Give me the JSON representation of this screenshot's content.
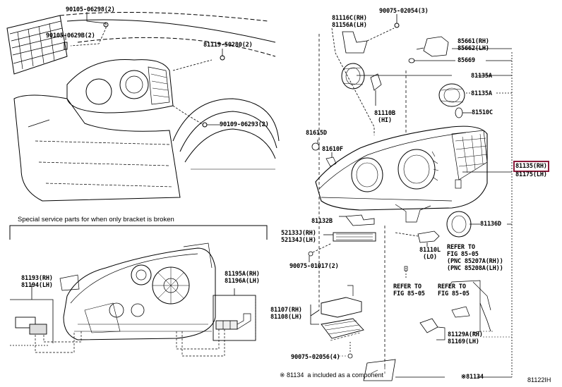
{
  "diagram": {
    "title": "Headlamp assembly parts diagram",
    "figure_code": "81122IH",
    "highlight_color": "#8b1a3a",
    "footnote": "※ 81134  a included as a component",
    "section_title": "Special service parts for when only bracket is broken",
    "vehicle_callouts": [
      {
        "id": "p1",
        "text": "90105-06298(2)"
      },
      {
        "id": "p2",
        "text": "90105-0629B(2)"
      },
      {
        "id": "p3",
        "text": "81119-50280(2)"
      },
      {
        "id": "p4",
        "text": "90109-06293(2)"
      }
    ],
    "bracket_callouts": [
      {
        "id": "b1",
        "text": "81193(RH)\n81194(LH)"
      },
      {
        "id": "b2",
        "text": "81195A(RH)\n81196A(LH)"
      }
    ],
    "exploded_callouts": [
      {
        "id": "e1",
        "text": "81116C(RH)\n81156A(LH)"
      },
      {
        "id": "e2",
        "text": "90075-02054(3)"
      },
      {
        "id": "e3",
        "text": "85661(RH)\n85662(LH)"
      },
      {
        "id": "e4",
        "text": "85669"
      },
      {
        "id": "e5",
        "text": "81135A"
      },
      {
        "id": "e6",
        "text": "81135A"
      },
      {
        "id": "e7",
        "text": "81510C"
      },
      {
        "id": "e8",
        "text": "81110B\n(HI)"
      },
      {
        "id": "e9",
        "text": "81615D"
      },
      {
        "id": "e10",
        "text": "81610F"
      },
      {
        "id": "e11",
        "text": "81135(RH)",
        "highlighted": true
      },
      {
        "id": "e12",
        "text": "81175(LH)"
      },
      {
        "id": "e13",
        "text": "81132B"
      },
      {
        "id": "e14",
        "text": "52133J(RH)\n52134J(LH)"
      },
      {
        "id": "e15",
        "text": "90075-01017(2)"
      },
      {
        "id": "e16",
        "text": "81136D"
      },
      {
        "id": "e17",
        "text": "81110L\n(LO)"
      },
      {
        "id": "e18",
        "text": "REFER TO\nFIG 85-05\n(PNC 85207A(RH))\n(PNC 85208A(LH))"
      },
      {
        "id": "e19",
        "text": "REFER TO\nFIG 85-05"
      },
      {
        "id": "e20",
        "text": "REFER TO\nFIG 85-05"
      },
      {
        "id": "e21",
        "text": "81107(RH)\n81108(LH)"
      },
      {
        "id": "e22",
        "text": "90075-02056(4)"
      },
      {
        "id": "e23",
        "text": "81129A(RH)\n81169(LH)"
      },
      {
        "id": "e24",
        "text": "※81134"
      }
    ]
  }
}
